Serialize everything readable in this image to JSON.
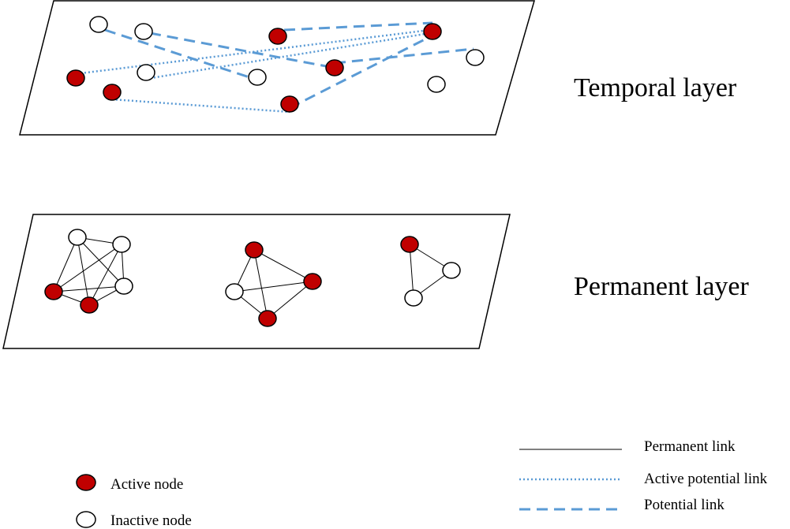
{
  "layers": {
    "temporal": {
      "label": "Temporal layer"
    },
    "permanent": {
      "label": "Permanent layer"
    }
  },
  "legend": {
    "active_node": "Active node",
    "inactive_node": "Inactive node",
    "permanent_link": "Permanent link",
    "active_potential_link": "Active potential link",
    "potential_link": "Potential link"
  },
  "colors": {
    "active_node_fill": "#c00000",
    "inactive_node_fill": "#ffffff",
    "node_stroke": "#000000",
    "potential_link": "#5b9bd5",
    "permanent_link": "#000000"
  },
  "node_states": {
    "temporal": [
      "inactive",
      "inactive",
      "active",
      "active",
      "inactive",
      "inactive",
      "inactive",
      "active",
      "inactive",
      "active",
      "inactive",
      "active",
      "inactive"
    ],
    "permanent": [
      "inactive",
      "inactive",
      "inactive",
      "active",
      "active",
      "active",
      "active",
      "inactive",
      "active",
      "active",
      "inactive",
      "inactive"
    ]
  }
}
